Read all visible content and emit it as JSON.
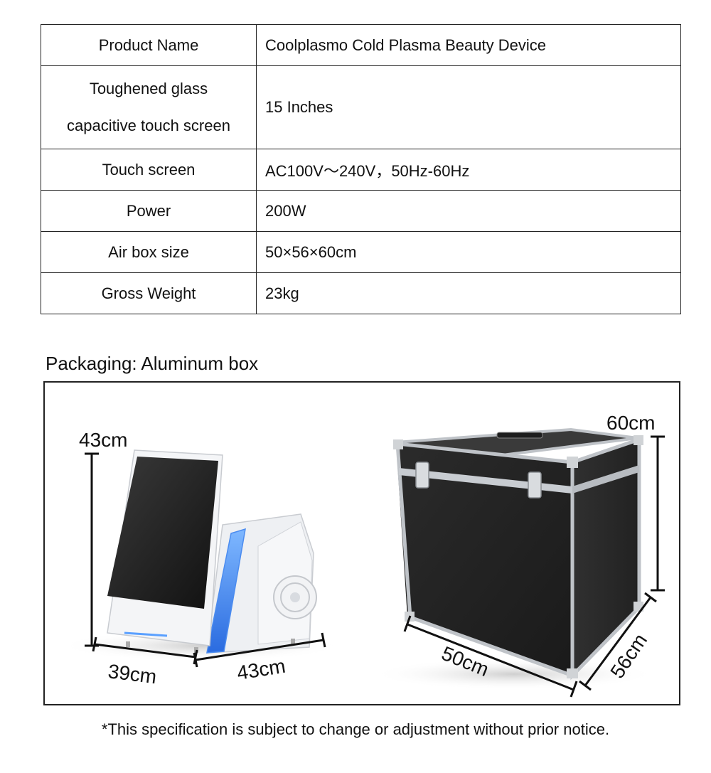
{
  "spec_table": {
    "rows": [
      {
        "label": "Product Name",
        "value": "Coolplasmo Cold Plasma Beauty Device"
      },
      {
        "label_lines": [
          "Toughened glass",
          "capacitive touch screen"
        ],
        "value": "15 Inches"
      },
      {
        "label": "Touch screen",
        "value": "AC100V～240V，50Hz-60Hz"
      },
      {
        "label": "Power",
        "value": "200W"
      },
      {
        "label": "Air box size",
        "value": "50×56×60cm"
      },
      {
        "label": "Gross Weight",
        "value": "23kg"
      }
    ]
  },
  "packaging": {
    "title": "Packaging: Aluminum box",
    "device_dims": {
      "height": "43cm",
      "width": "39cm",
      "depth": "43cm"
    },
    "box_dims": {
      "height": "60cm",
      "width": "50cm",
      "depth": "56cm"
    }
  },
  "footer": {
    "notice": "*This specification is subject to change or adjustment without prior notice."
  }
}
